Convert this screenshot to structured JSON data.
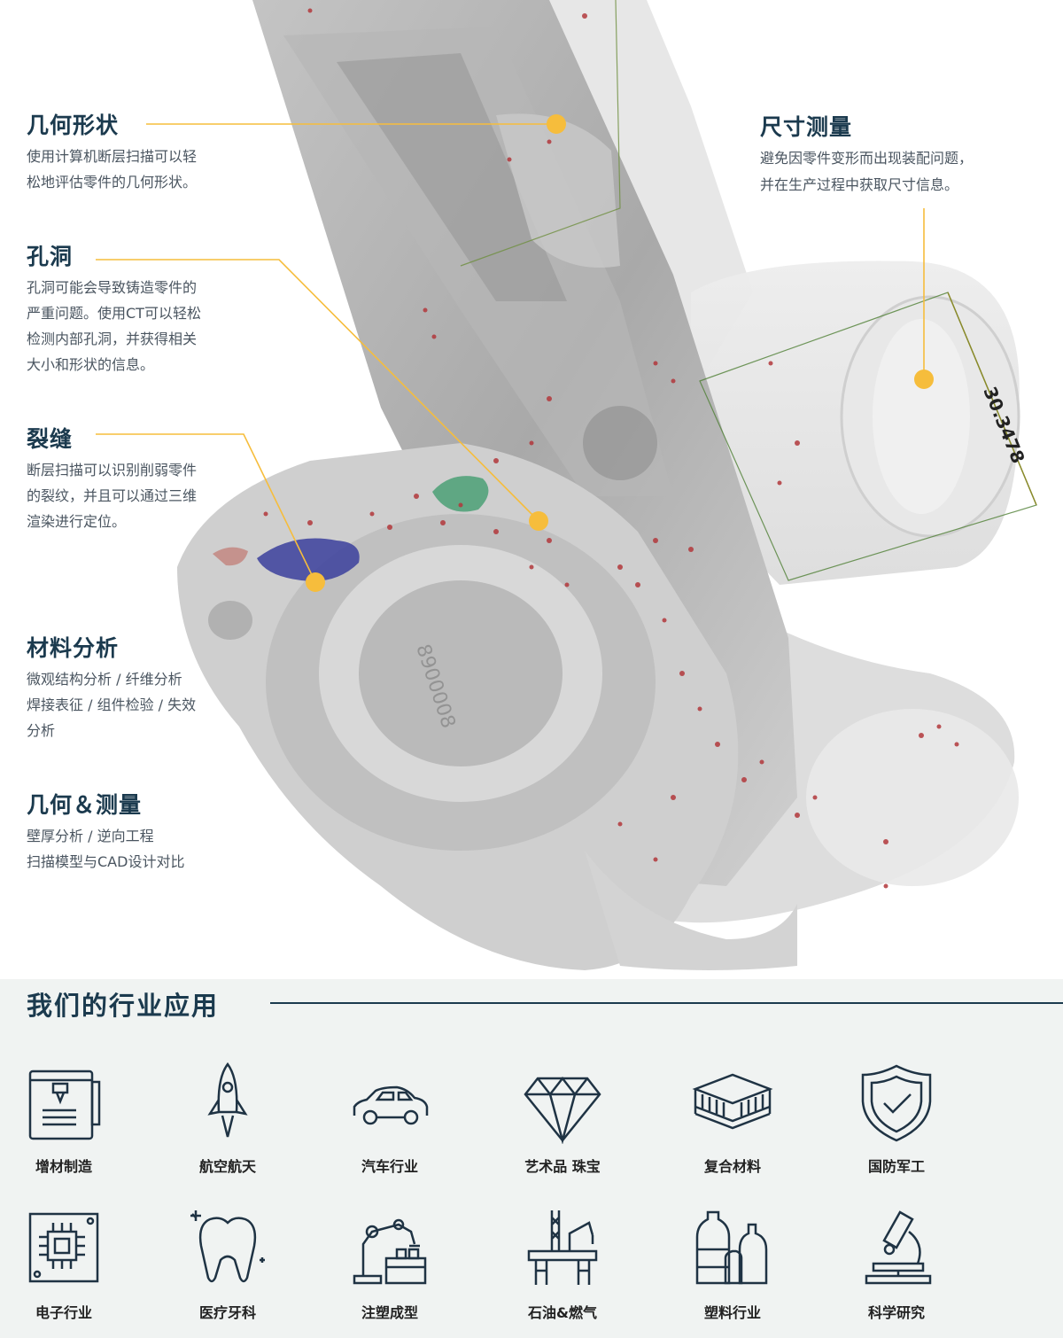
{
  "features": {
    "geometry": {
      "title": "几何形状",
      "lines": [
        "使用计算机断层扫描可以轻",
        "松地评估零件的几何形状。"
      ]
    },
    "pores": {
      "title": "孔洞",
      "lines": [
        "孔洞可能会导致铸造零件的",
        "严重问题。使用CT可以轻松",
        "检测内部孔洞，并获得相关",
        "大小和形状的信息。"
      ]
    },
    "cracks": {
      "title": "裂缝",
      "lines": [
        "断层扫描可以识别削弱零件",
        "的裂纹，并且可以通过三维",
        "渲染进行定位。"
      ]
    },
    "material": {
      "title": "材料分析",
      "lines": [
        "微观结构分析 / 纤维分析",
        "焊接表征 / 组件检验 / 失效",
        "分析"
      ]
    },
    "metrology": {
      "title": "几何＆测量",
      "lines": [
        "壁厚分析 / 逆向工程",
        "扫描模型与CAD设计对比"
      ]
    },
    "dimension": {
      "title": "尺寸测量",
      "lines": [
        "避免因零件变形而出现装配问题，",
        "并在生产过程中获取尺寸信息。"
      ]
    }
  },
  "measurement_label": "30.3478",
  "part_marking": "8900008",
  "industry": {
    "title": "我们的行业应用",
    "items": [
      {
        "label": "增材制造",
        "icon": "3d-printer-icon"
      },
      {
        "label": "航空航天",
        "icon": "rocket-icon"
      },
      {
        "label": "汽车行业",
        "icon": "car-icon"
      },
      {
        "label": "艺术品 珠宝",
        "icon": "diamond-icon"
      },
      {
        "label": "复合材料",
        "icon": "composite-layers-icon"
      },
      {
        "label": "国防军工",
        "icon": "shield-check-icon"
      },
      {
        "label": "电子行业",
        "icon": "circuit-board-icon"
      },
      {
        "label": "医疗牙科",
        "icon": "tooth-icon"
      },
      {
        "label": "注塑成型",
        "icon": "robot-arm-icon"
      },
      {
        "label": "石油&燃气",
        "icon": "oil-rig-icon"
      },
      {
        "label": "塑料行业",
        "icon": "plastic-bottles-icon"
      },
      {
        "label": "科学研究",
        "icon": "microscope-icon"
      }
    ]
  },
  "colors": {
    "accent": "#f6bd3c",
    "title": "#1b3a4e",
    "band": "#f0f3f2"
  }
}
